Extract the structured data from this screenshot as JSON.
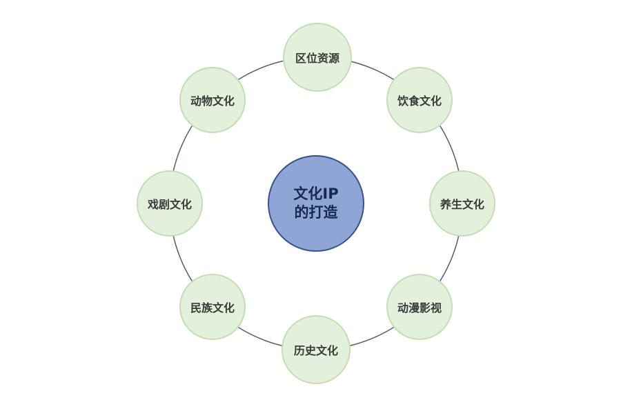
{
  "diagram": {
    "center": {
      "label": "文化IP\n的打造"
    },
    "nodes": [
      {
        "label": "区位资源",
        "position": "top"
      },
      {
        "label": "饮食文化",
        "position": "top-right"
      },
      {
        "label": "养生文化",
        "position": "right"
      },
      {
        "label": "动漫影视",
        "position": "bottom-right"
      },
      {
        "label": "历史文化",
        "position": "bottom"
      },
      {
        "label": "民族文化",
        "position": "bottom-left"
      },
      {
        "label": "戏剧文化",
        "position": "left"
      },
      {
        "label": "动物文化",
        "position": "top-left"
      }
    ],
    "colors": {
      "center_fill": "#8fa5d6",
      "center_border": "#31538f",
      "center_text": "#17294d",
      "node_fill": "#e3f0dc",
      "node_border": "#c3deb4",
      "node_text": "#3a3a3a",
      "ring_stroke": "#4d5d74",
      "background": "#ffffff"
    }
  }
}
